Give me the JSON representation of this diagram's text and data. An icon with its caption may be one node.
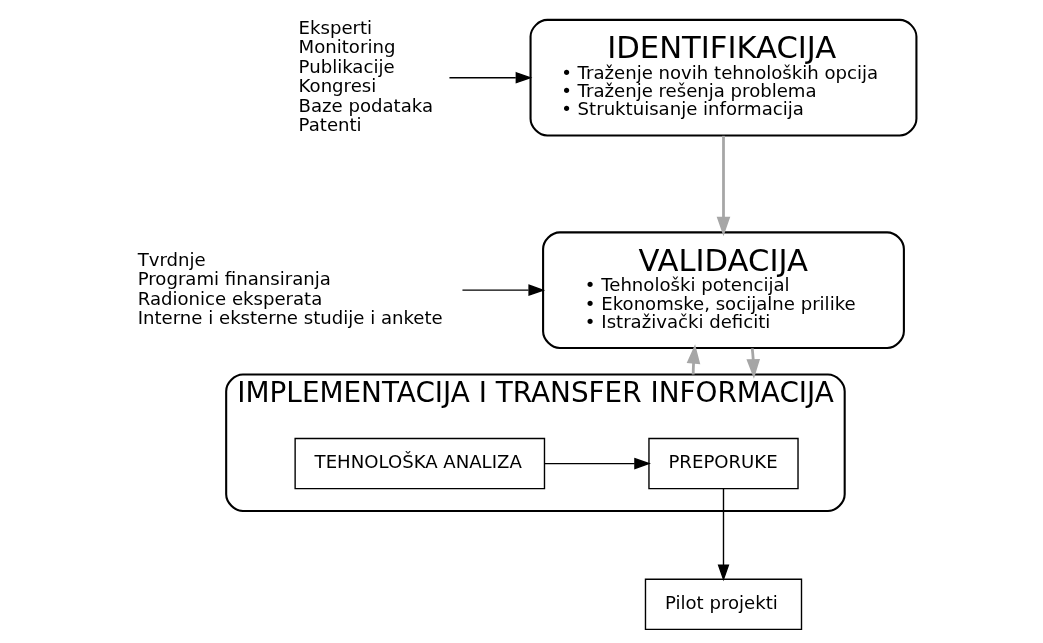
{
  "diagram": {
    "nodes": [
      {
        "text": [
          "Eksperti",
          "Monitoring",
          "Publikacije",
          "Kongresi",
          "Baze podataka",
          "Patenti"
        ]
      },
      {
        "text": [
          "IDENTIFIKACIJA",
          "• Traženje novih tehnoloških opcija",
          "• Traženje rešenja problema",
          "• Struktuisanje informacija"
        ]
      },
      {
        "text": [
          "VALIDACIJA",
          "• Tehnološki potencijal",
          "• Ekonomske, socijalne prilike",
          "• Istraživački deficiti"
        ]
      },
      {
        "text": [
          "Tvrdnje",
          "Programi finansiranja",
          "Radionice eksperata",
          "Interne i eksterne studije i ankete"
        ]
      },
      {
        "text": [
          "IMPLEMENTACIJA I TRANSFER INFORMACIJA"
        ]
      },
      {
        "text": [
          "PREPORUKE"
        ],
        "in": 4
      },
      {
        "text": [
          "TEHNOLOŠKA ANALIZA"
        ],
        "in": 4
      },
      {
        "text": [
          "Pilot projekti"
        ]
      }
    ],
    "edges": [
      {
        "from": 0,
        "to": 1,
        "arrow": "to"
      },
      {
        "from": 1,
        "to": 2,
        "arrow": "to",
        "color": "#a6a6a6"
      },
      {
        "from": 2,
        "to": 4,
        "arrow": "to",
        "color": "#a6a6a6"
      },
      {
        "from": 3,
        "to": 2,
        "arrow": "to"
      },
      {
        "from": 6,
        "to": 5,
        "arrow": "to"
      },
      {
        "from": 5,
        "to": 7,
        "arrow": "to"
      },
      {
        "from": 4,
        "to": 2,
        "arrow": "to",
        "color": "#a6a6a6"
      }
    ]
  }
}
